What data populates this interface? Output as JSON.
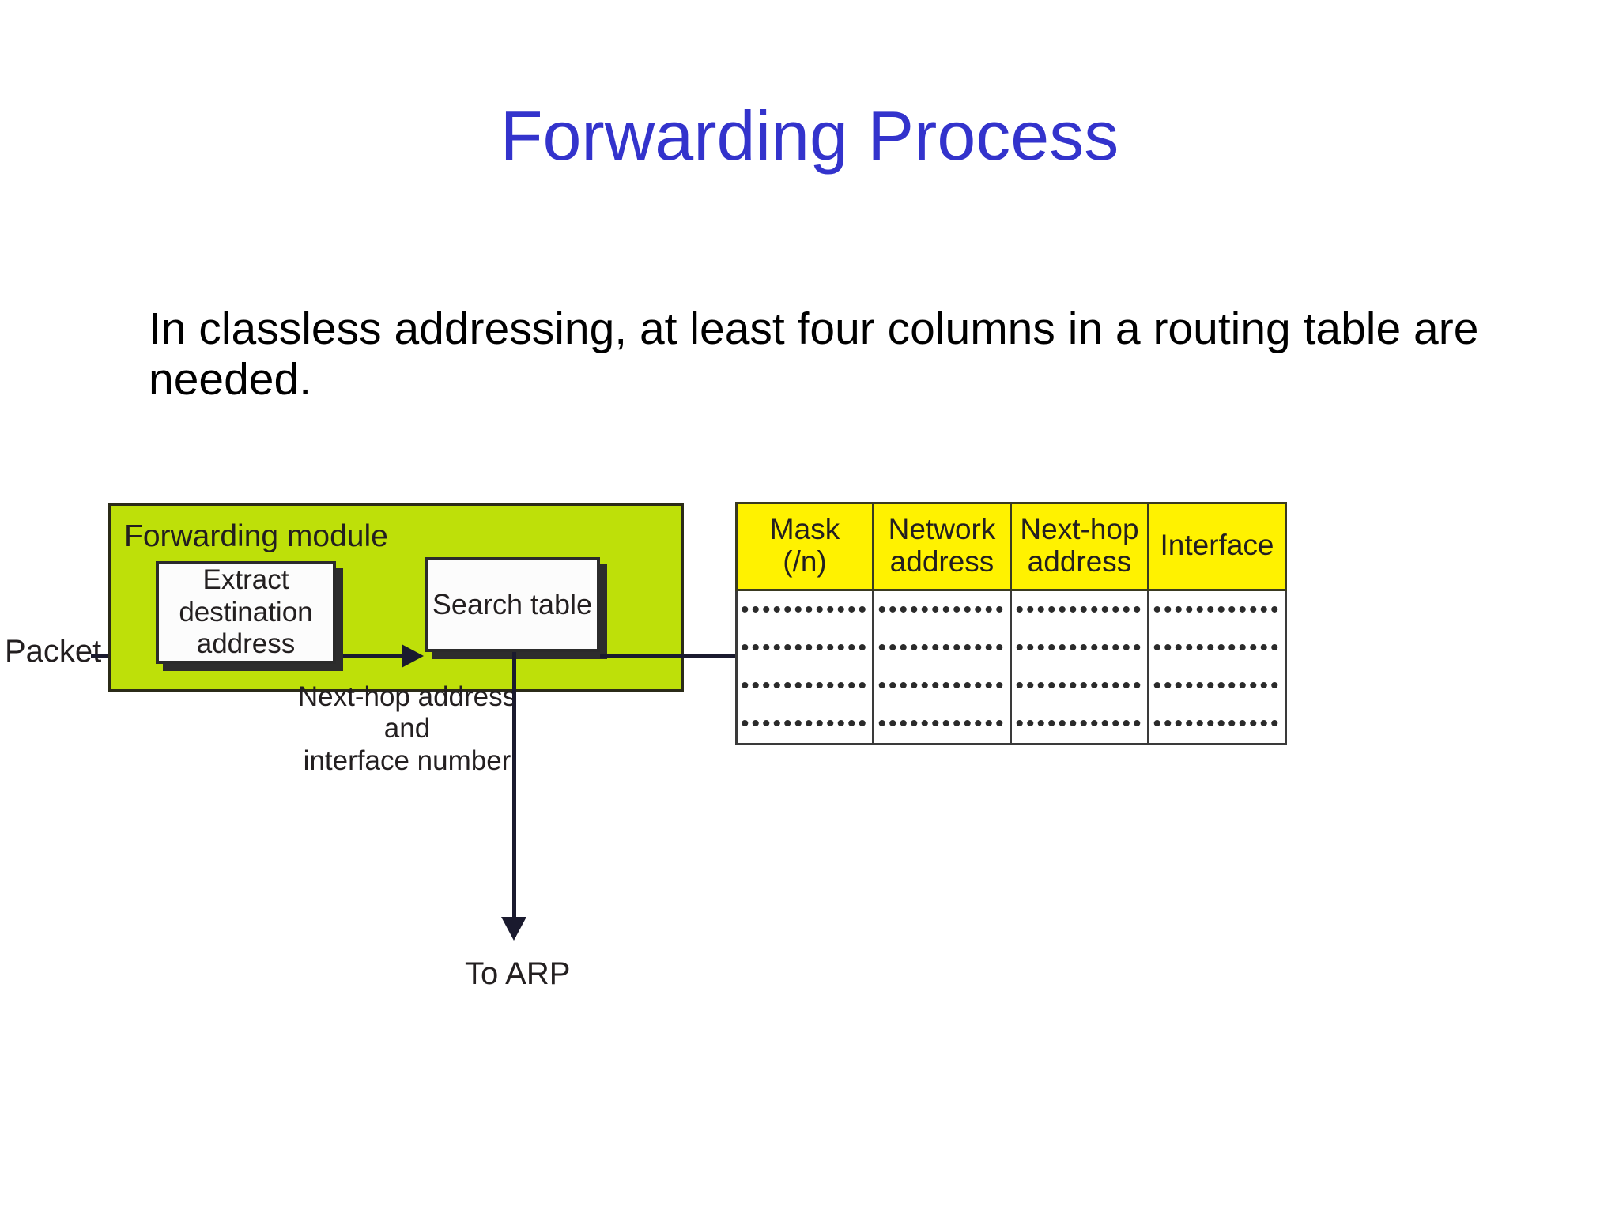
{
  "slide": {
    "title": "Forwarding Process",
    "title_color": "#3333cc",
    "body_text": "In classless addressing, at least four columns in a routing table are needed."
  },
  "figure": {
    "packet_label": "Packet",
    "module": {
      "label": "Forwarding module",
      "fill_color": "#bee009",
      "boxes": [
        {
          "name": "extract-destination-address",
          "label": "Extract destination address"
        },
        {
          "name": "search-table",
          "label": "Search table"
        }
      ],
      "caption_line1": "Next-hop address",
      "caption_line2": "and",
      "caption_line3": "interface number"
    },
    "to_arp_label": "To ARP"
  },
  "routing_table": {
    "header_fill_color": "#fff200",
    "columns": [
      {
        "name": "mask",
        "line1": "Mask",
        "line2": "(/n)"
      },
      {
        "name": "network-address",
        "line1": "Network",
        "line2": "address"
      },
      {
        "name": "next-hop-address",
        "line1": "Next-hop",
        "line2": "address"
      },
      {
        "name": "interface",
        "line1": "Interface",
        "line2": ""
      }
    ],
    "rows": [
      {
        "mask": "••••••••••••",
        "network": "••••••••••••",
        "nexthop": "••••••••••••",
        "interface": "••••••••••••"
      },
      {
        "mask": "••••••••••••",
        "network": "••••••••••••",
        "nexthop": "••••••••••••",
        "interface": "••••••••••••"
      },
      {
        "mask": "••••••••••••",
        "network": "••••••••••••",
        "nexthop": "••••••••••••",
        "interface": "••••••••••••"
      },
      {
        "mask": "••••••••••••",
        "network": "••••••••••••",
        "nexthop": "••••••••••••",
        "interface": "••••••••••••"
      }
    ]
  }
}
